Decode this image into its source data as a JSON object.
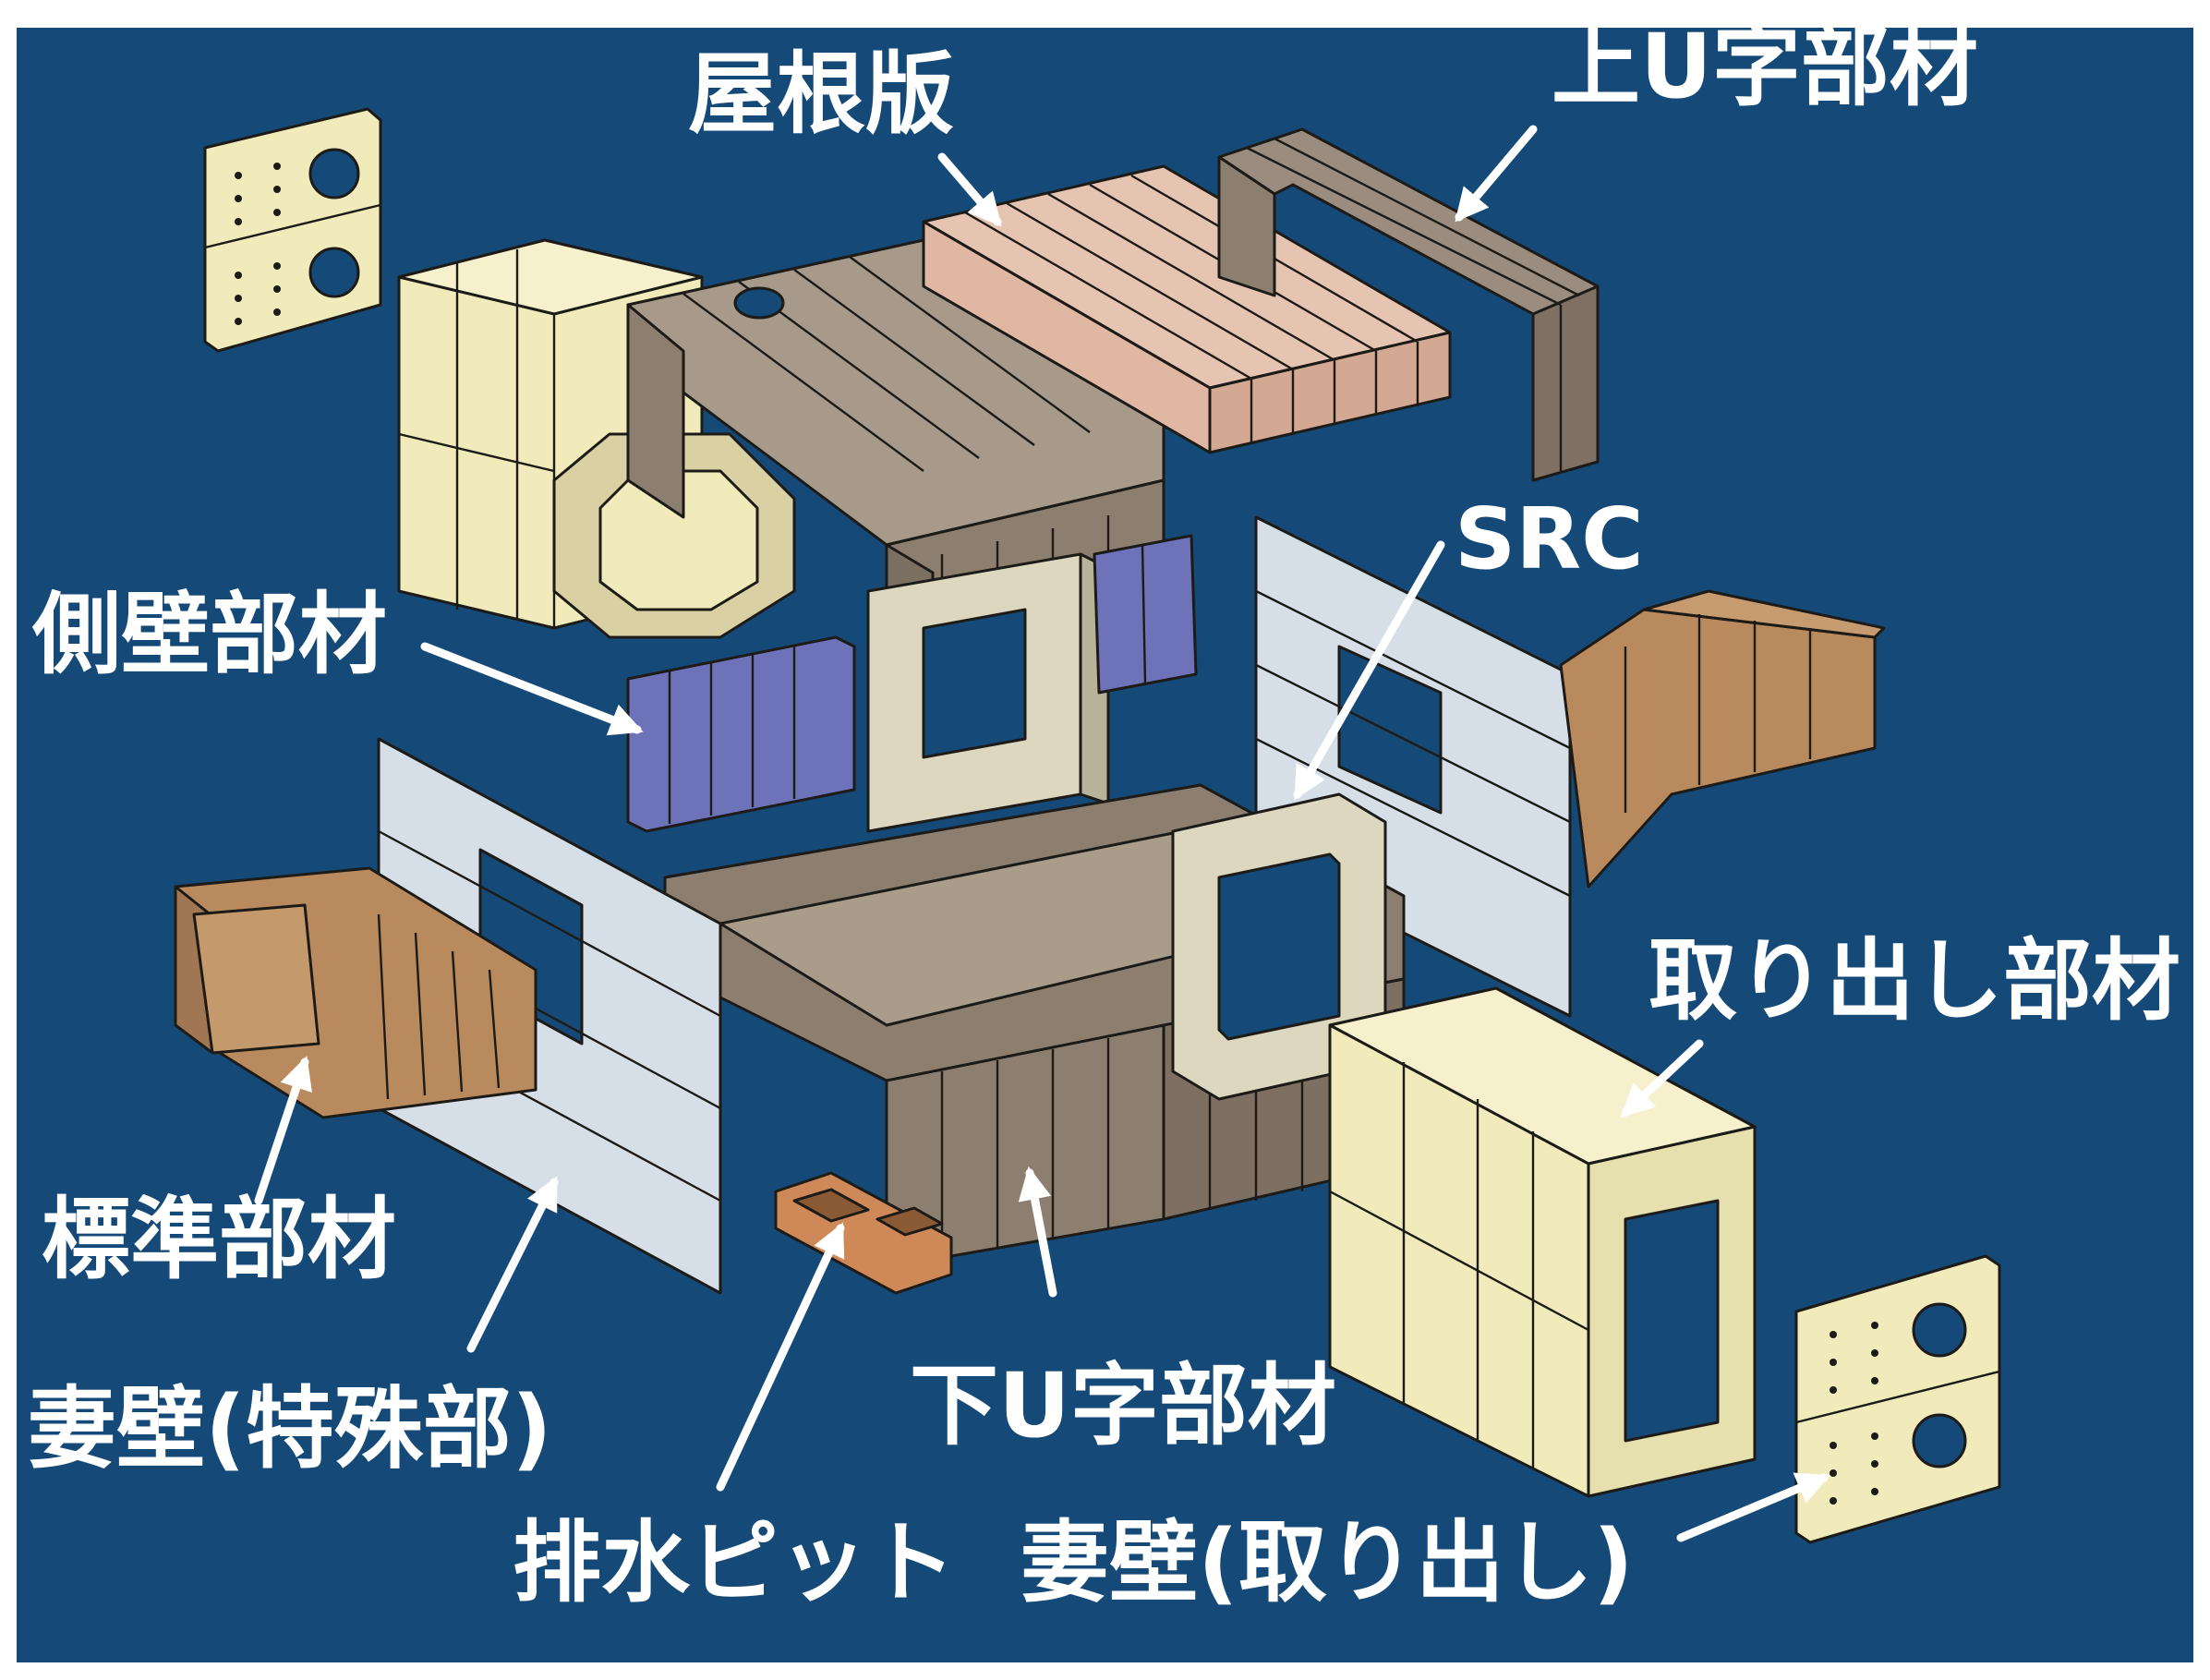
{
  "labels": {
    "roof_slab": "屋根版",
    "upper_u_member": "上U字部材",
    "side_wall_member": "側壁部材",
    "src": "SRC",
    "outlet_member": "取り出し部材",
    "standard_member": "標準部材",
    "end_wall_special": "妻壁(特殊部)",
    "lower_u_member": "下U字部材",
    "drain_pit": "排水ピット",
    "end_wall_outlet": "妻壁(取り出し)"
  },
  "colors": {
    "background": "#154a78",
    "frame": "#ffffff",
    "cream": "#f1ebbb",
    "brown": "#8d7f70",
    "pink": "#dfb7a3",
    "blue": "#6e72b8",
    "pale": "#d6dfe7",
    "tan": "#b98a5e",
    "orange": "#cf8958",
    "label": "#ffffff"
  }
}
